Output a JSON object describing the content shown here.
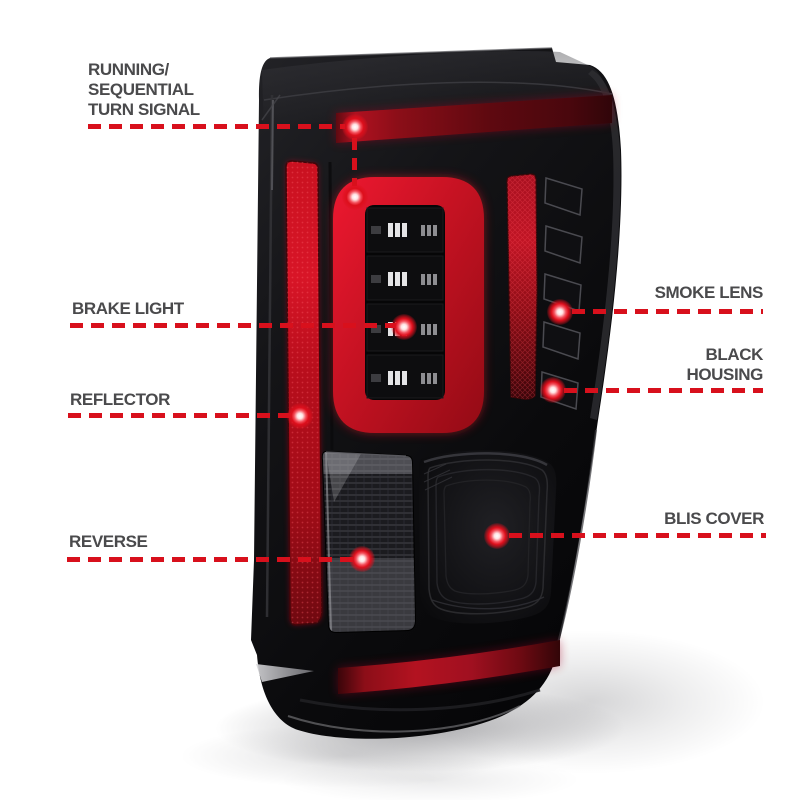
{
  "page": {
    "background": "#ffffff"
  },
  "colors": {
    "callout_red": "#d8101c",
    "label_gray": "#4a4a4c",
    "housing_black": "#0b0b0d",
    "light_bar_red": "#c01322",
    "reflector_red": "#c91120"
  },
  "callouts": {
    "running": {
      "lines": [
        "RUNNING/",
        "SEQUENTIAL",
        "TURN SIGNAL"
      ]
    },
    "brake": {
      "label": "BRAKE LIGHT"
    },
    "reflector": {
      "label": "REFLECTOR"
    },
    "reverse": {
      "label": "REVERSE"
    },
    "smoke": {
      "label": "SMOKE LENS"
    },
    "housing": {
      "lines": [
        "BLACK",
        "HOUSING"
      ]
    },
    "blis": {
      "label": "BLIS COVER"
    }
  }
}
